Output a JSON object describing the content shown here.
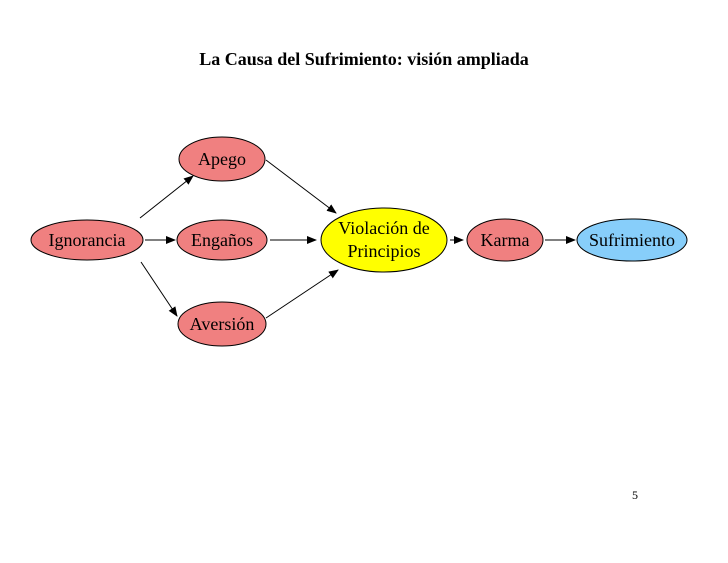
{
  "title": "La Causa del Sufrimiento: visión ampliada",
  "page_number": "5",
  "colors": {
    "red_node": "#f08080",
    "yellow_node": "#ffff00",
    "blue_node": "#87cefa",
    "stroke": "#000000"
  },
  "nodes": {
    "ignorancia": {
      "label": "Ignorancia"
    },
    "apego": {
      "label": "Apego"
    },
    "enganos": {
      "label": "Engaños"
    },
    "aversion": {
      "label": "Aversión"
    },
    "violacion": {
      "line1": "Violación de",
      "line2": "Principios"
    },
    "karma": {
      "label": "Karma"
    },
    "sufrimiento": {
      "label": "Sufrimiento"
    }
  }
}
